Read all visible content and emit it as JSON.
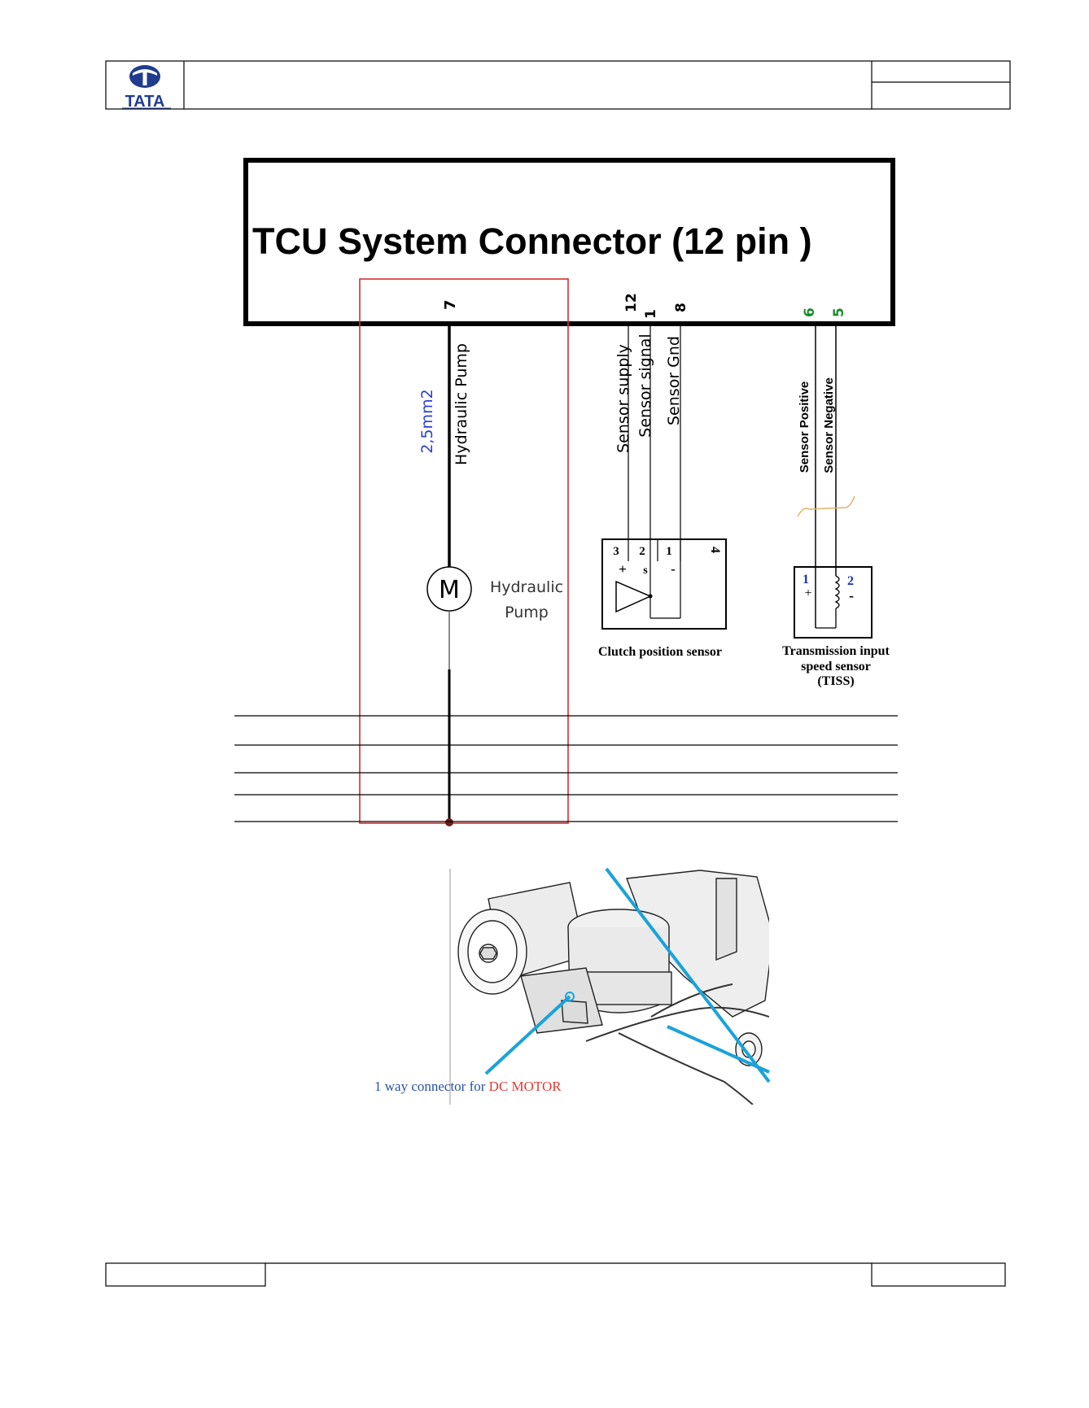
{
  "header": {
    "logo_text": "TATA",
    "brand_color": "#1f3c8f"
  },
  "connector": {
    "title": "TCU  System Connector (12 pin )"
  },
  "pump_circuit": {
    "pin": "7",
    "wire_label": "Hydraulic Pump",
    "wire_size": "2,5mm2",
    "motor_symbol": "M",
    "motor_label_line1": "Hydraulic",
    "motor_label_line2": "Pump",
    "highlight_color": "#d32f2f",
    "wire_size_color": "#2a3fd1"
  },
  "clutch_circuit": {
    "pins": [
      "12",
      "1",
      "8"
    ],
    "wires": [
      "Sensor supply",
      "Sensor signal",
      "Sensor Gnd"
    ],
    "terminals": [
      "3",
      "2",
      "1",
      "4"
    ],
    "terminal_signs": [
      "+",
      "s",
      "-"
    ],
    "caption": "Clutch position sensor"
  },
  "tiss_circuit": {
    "pins": [
      "6",
      "5"
    ],
    "wires": [
      "Sensor Positive",
      "Sensor Negative"
    ],
    "terminals": [
      "1",
      "2"
    ],
    "terminal_signs": [
      "+",
      "-"
    ],
    "caption_line1": "Transmission input",
    "caption_line2": "speed sensor",
    "caption_line3": "(TISS)",
    "pin_color": "#1a8c2a",
    "terminal_color": "#1a2fb8"
  },
  "photo": {
    "callout_prefix": "1 way connector for ",
    "callout_highlight": "DC MOTOR",
    "callout_color": "#2a4fa8",
    "highlight_color": "#e53935",
    "leader_color": "#1aa3d8"
  }
}
